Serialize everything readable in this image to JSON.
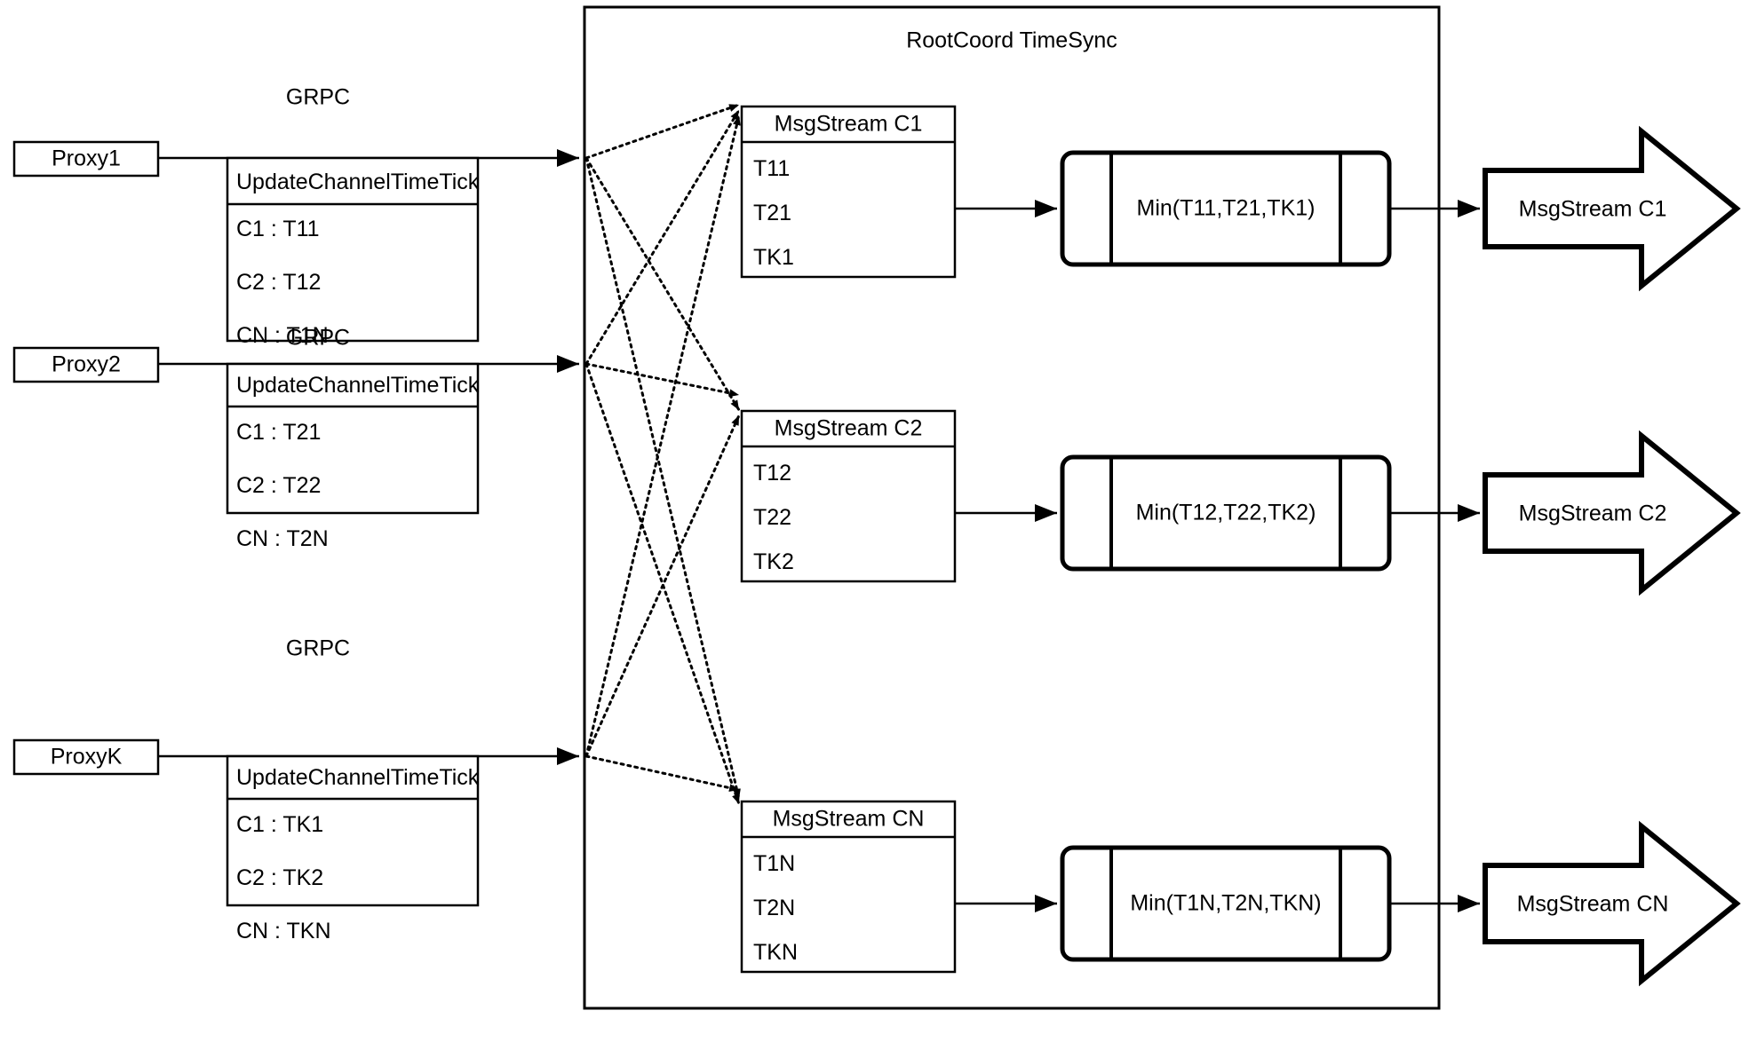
{
  "diagram": {
    "container": {
      "title": "RootCoord TimeSync"
    },
    "proxies": [
      {
        "name": "Proxy1",
        "link_label": "GRPC",
        "rpc_header": "UpdateChannelTimeTick",
        "rows": [
          "C1 :  T11",
          "C2 :  T12",
          "CN : T1N"
        ]
      },
      {
        "name": "Proxy2",
        "link_label": "GRPC",
        "rpc_header": "UpdateChannelTimeTick",
        "rows": [
          "C1 :  T21",
          "C2 :  T22",
          "CN : T2N"
        ]
      },
      {
        "name": "ProxyK",
        "link_label": "GRPC",
        "rpc_header": "UpdateChannelTimeTick",
        "rows": [
          "C1 :  TK1",
          "C2 :  TK2",
          "CN : TKN"
        ]
      }
    ],
    "channels": [
      {
        "stream_title": "MsgStream C1",
        "ticks": [
          "T11",
          "T21",
          "TK1"
        ],
        "min_label": "Min(T11,T21,TK1)",
        "output_label": "MsgStream C1"
      },
      {
        "stream_title": "MsgStream C2",
        "ticks": [
          "T12",
          "T22",
          "TK2"
        ],
        "min_label": "Min(T12,T22,TK2)",
        "output_label": "MsgStream C2"
      },
      {
        "stream_title": "MsgStream CN",
        "ticks": [
          "T1N",
          "T2N",
          "TKN"
        ],
        "min_label": "Min(T1N,T2N,TKN)",
        "output_label": "MsgStream CN"
      }
    ],
    "colors": {
      "stroke": "#000000",
      "fill": "#ffffff"
    }
  }
}
